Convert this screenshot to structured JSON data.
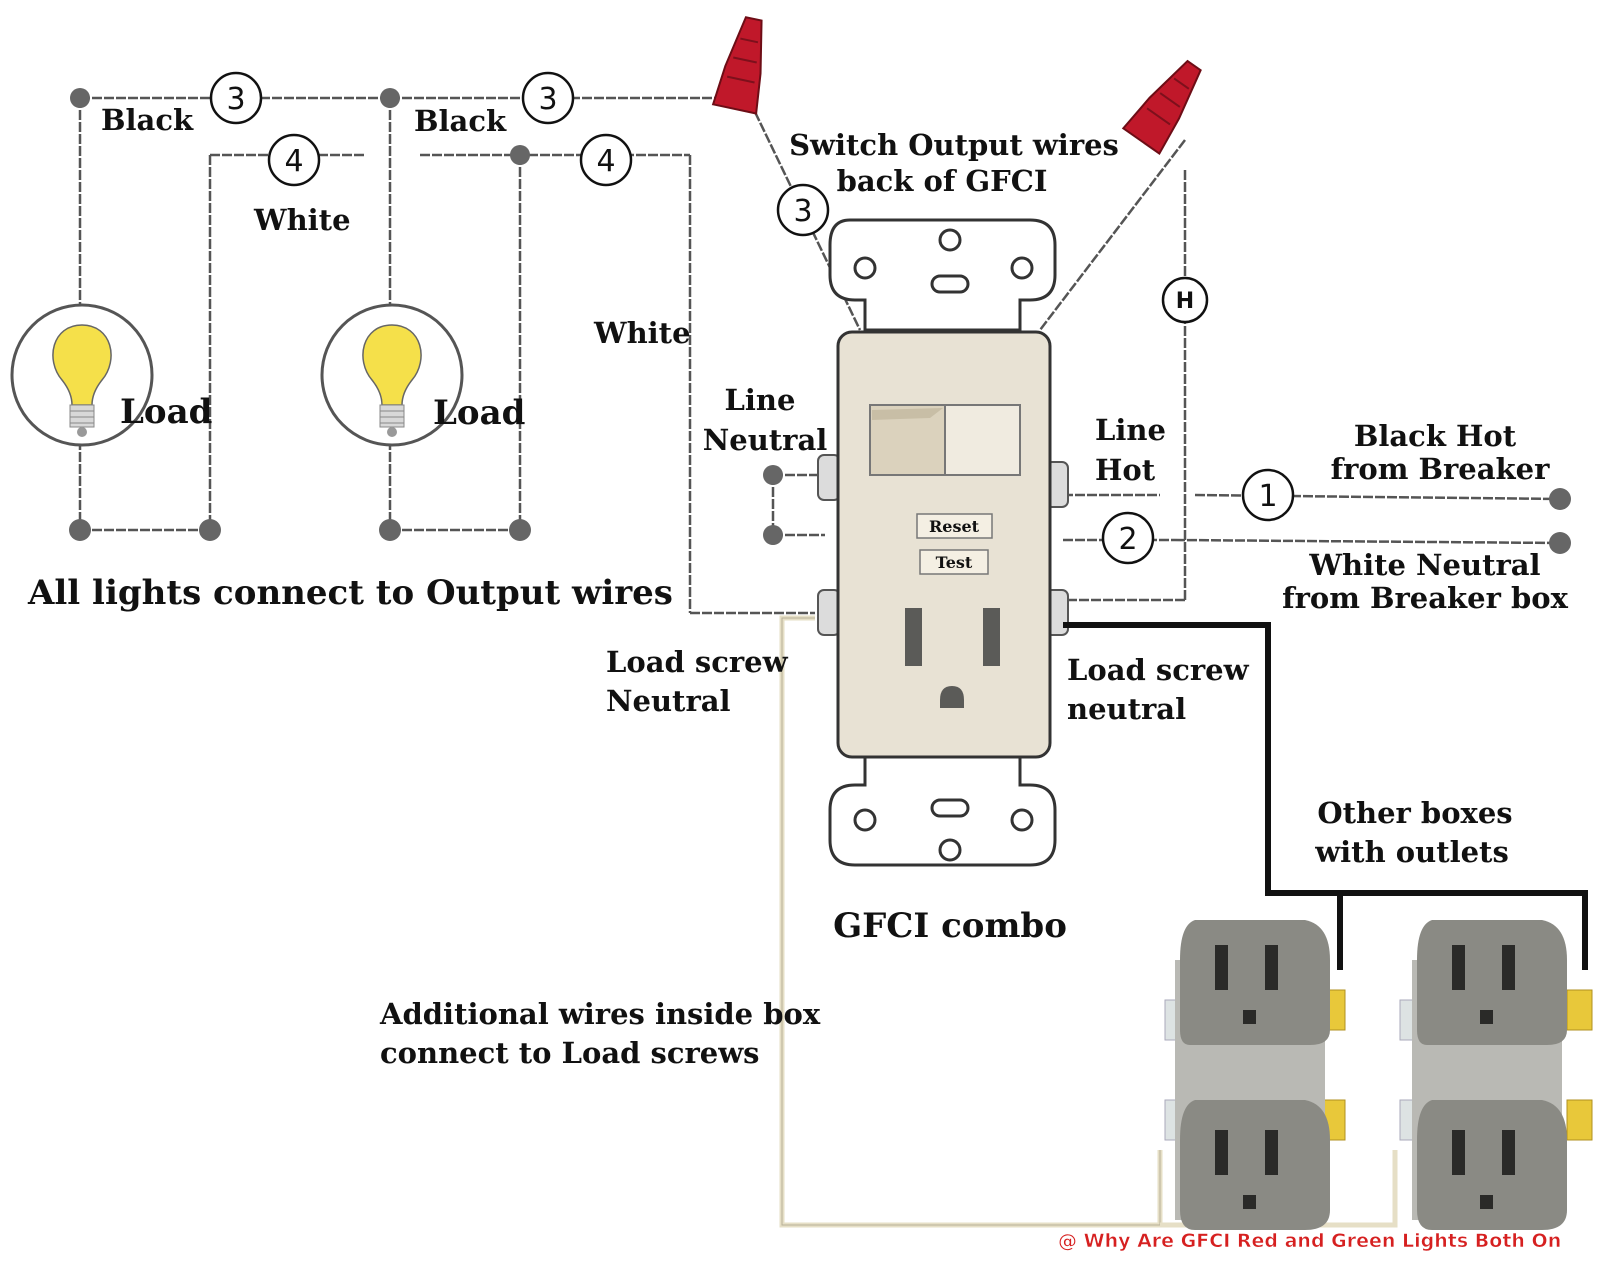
{
  "labels": {
    "black_1": "Black",
    "black_2": "Black",
    "white_1": "White",
    "white_2": "White",
    "load_1": "Load",
    "load_2": "Load",
    "all_lights": "All lights connect to Output wires",
    "switch_output_l1": "Switch Output wires",
    "switch_output_l2": "back of GFCI",
    "line_neutral_l1": "Line",
    "line_neutral_l2": "Neutral",
    "line_hot_l1": "Line",
    "line_hot_l2": "Hot",
    "black_hot_l1": "Black Hot",
    "black_hot_l2": "from Breaker",
    "white_neutral_l1": "White Neutral",
    "white_neutral_l2": "from Breaker box",
    "load_screw_left_l1": "Load screw",
    "load_screw_left_l2": "Neutral",
    "load_screw_right_l1": "Load screw",
    "load_screw_right_l2": "neutral",
    "reset": "Reset",
    "test": "Test",
    "gfci_combo": "GFCI combo",
    "other_boxes_l1": "Other boxes",
    "other_boxes_l2": "with outlets",
    "additional_l1": "Additional wires inside box",
    "additional_l2": "connect to Load screws"
  },
  "markers": {
    "m3_a": "3",
    "m3_b": "3",
    "m3_c": "3",
    "m4_a": "4",
    "m4_b": "4",
    "m1": "1",
    "m2": "2",
    "mH": "H"
  },
  "watermark": "@ Why Are GFCI Red and Green Lights Both On",
  "colors": {
    "wire_nut": "#c0182a",
    "bulb": "#f5e04a",
    "gfci_body": "#e8e2d4",
    "outlet_face": "#8a8a84",
    "outlet_strap": "#b9b9b4",
    "load_wire": "#111111",
    "neutral_wire": "#e6dfc6",
    "brass_screw": "#e8c83a",
    "silver_screw": "#dde3e3",
    "watermark": "#d62020"
  }
}
